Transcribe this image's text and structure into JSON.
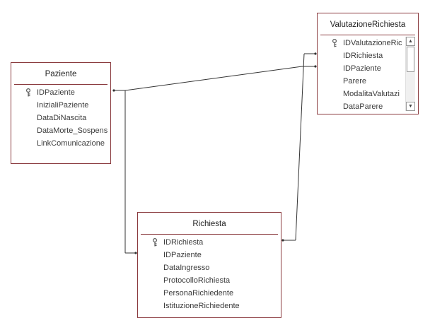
{
  "tables": {
    "paziente": {
      "name": "Paziente",
      "fields": [
        "IDPaziente",
        "InizialiPaziente",
        "DataDiNascita",
        "DataMorte_Sospens",
        "LinkComunicazione"
      ],
      "key_field": "IDPaziente"
    },
    "valutazione": {
      "name": "ValutazioneRichiesta",
      "fields": [
        "IDValutazioneRic",
        "IDRichiesta",
        "IDPaziente",
        "Parere",
        "ModalitaValutazi",
        "DataParere"
      ],
      "key_field": "IDValutazioneRic"
    },
    "richiesta": {
      "name": "Richiesta",
      "fields": [
        "IDRichiesta",
        "IDPaziente",
        "DataIngresso",
        "ProtocolloRichiesta",
        "PersonaRichiedente",
        "IstituzioneRichiedente"
      ],
      "key_field": "IDRichiesta"
    }
  },
  "scrollbar": {
    "up_glyph": "▲",
    "down_glyph": "▼"
  },
  "colors": {
    "table_border": "#8a3a3e",
    "line": "#333333"
  }
}
